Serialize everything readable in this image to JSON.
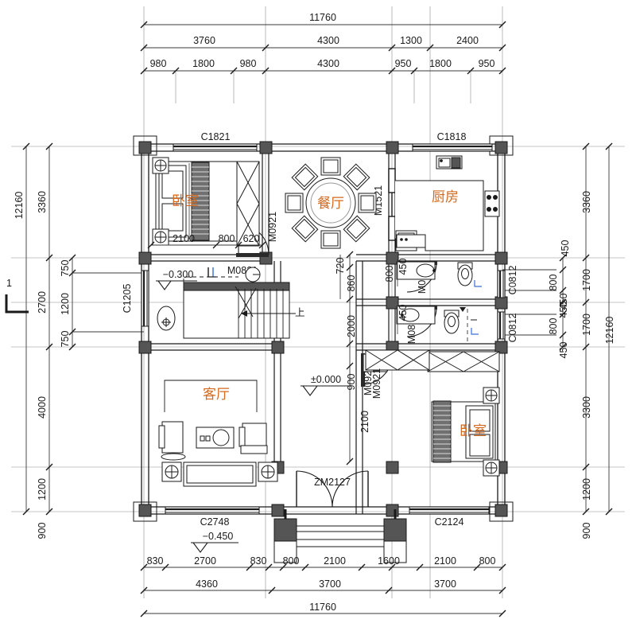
{
  "drawing": {
    "type": "architectural-floor-plan",
    "title_overall_width": "11760",
    "title_overall_height": "12160",
    "section_marker": "1"
  },
  "dimensions": {
    "top_row1": [
      "11760"
    ],
    "top_row2": [
      "3760",
      "4300",
      "1300",
      "2400"
    ],
    "top_row3": [
      "980",
      "1800",
      "980",
      "4300",
      "950",
      "1800",
      "950"
    ],
    "left_row1": [
      "3360",
      "2700",
      "4000",
      "1200",
      "900"
    ],
    "left_row2": [
      "750",
      "1200",
      "750"
    ],
    "left_total": "12160",
    "right_row1": [
      "3360",
      "1700",
      "1700",
      "3300",
      "1200",
      "900"
    ],
    "right_row2": [
      "450",
      "800",
      "450",
      "450",
      "800",
      "450"
    ],
    "right_total": "12160",
    "bottom_row1": [
      "830",
      "2700",
      "830",
      "800",
      "2100",
      "1600",
      "2100",
      "800"
    ],
    "bottom_row2": [
      "4360",
      "3700",
      "3700"
    ],
    "bottom_row3": [
      "11760"
    ],
    "interior_vertical": [
      "720",
      "860",
      "2000",
      "900",
      "2100"
    ],
    "bedroom_inner": [
      "2100",
      "800",
      "620"
    ]
  },
  "rooms": [
    {
      "name": "卧室",
      "key": "bedroom-top-left"
    },
    {
      "name": "餐厅",
      "key": "dining-room"
    },
    {
      "name": "厨房",
      "key": "kitchen"
    },
    {
      "name": "客厅",
      "key": "living-room"
    },
    {
      "name": "卧室",
      "key": "bedroom-bottom-right"
    }
  ],
  "labels": {
    "stair_up": "上",
    "level_main": "±0.000",
    "level_mid": "−0.300",
    "level_porch": "−0.450"
  },
  "openings": {
    "windows": [
      {
        "code": "C1821",
        "key": "window-top-left"
      },
      {
        "code": "C1818",
        "key": "window-top-right"
      },
      {
        "code": "C1205",
        "key": "window-left"
      },
      {
        "code": "C0812",
        "key": "window-right-upper"
      },
      {
        "code": "C0812",
        "key": "window-right-lower"
      },
      {
        "code": "C2748",
        "key": "window-bottom-left"
      },
      {
        "code": "C2124",
        "key": "window-bottom-right"
      }
    ],
    "doors": [
      {
        "code": "M0921",
        "key": "door-dining"
      },
      {
        "code": "M0821",
        "key": "door-bedroom-tl"
      },
      {
        "code": "M1521",
        "key": "door-kitchen"
      },
      {
        "code": "M0821",
        "key": "door-bath-upper"
      },
      {
        "code": "M0821",
        "key": "door-bath-lower"
      },
      {
        "code": "M0921",
        "key": "door-bedroom-br"
      },
      {
        "code": "ZM2127",
        "key": "door-main-entrance"
      }
    ]
  },
  "colors": {
    "wall": "#1a1a1a",
    "column_fill": "#555555",
    "room_label": "#d2691e",
    "dim_line": "#555555",
    "furniture": "#222222",
    "grid_line": "#888888"
  }
}
